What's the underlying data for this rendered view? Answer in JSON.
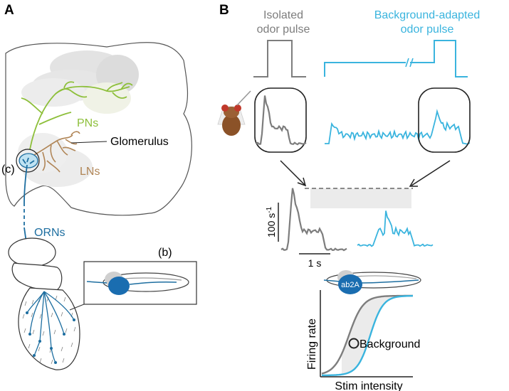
{
  "panels": {
    "a": {
      "letter": "A",
      "labels": {
        "pns": "PNs",
        "glomerulus": "Glomerulus",
        "lns": "LNs",
        "c": "(c)",
        "orns": "ORNs",
        "b": "(b)"
      }
    },
    "b": {
      "letter": "B",
      "stimulus": {
        "isolated_line1": "Isolated",
        "isolated_line2": "odor pulse",
        "adapted_line1": "Background-adapted",
        "adapted_line2": "odor pulse"
      },
      "scale": {
        "rate_base": "100 s",
        "rate_sup": "-1",
        "time": "1 s"
      },
      "sensillum_label": "ab2A",
      "curve": {
        "ylabel": "Firing rate",
        "xlabel": "Stim intensity",
        "point_label": "Background"
      }
    }
  },
  "colors": {
    "green": "#8dbf3a",
    "brown": "#b08556",
    "blue": "#1d6ea0",
    "cyan": "#3ab4de",
    "gray": "#7d7d7d",
    "shade": "#ebebeb"
  }
}
